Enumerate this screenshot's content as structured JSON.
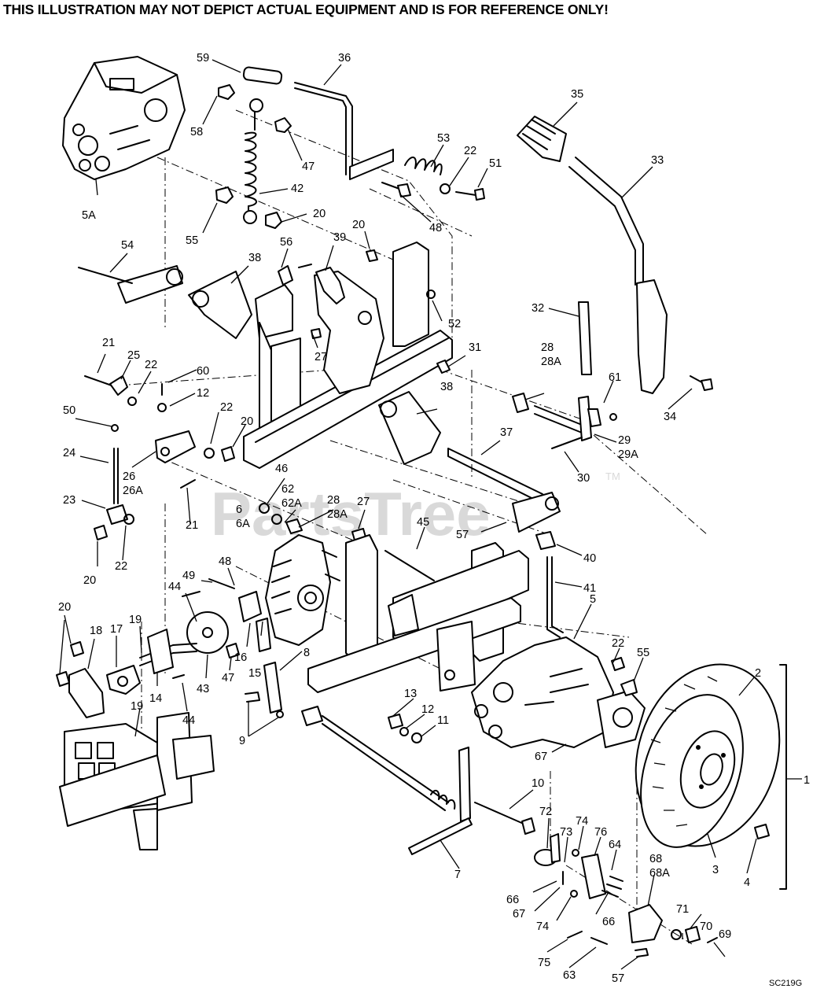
{
  "disclaimer": "THIS ILLUSTRATION MAY NOT DEPICT ACTUAL EQUIPMENT AND IS  FOR REFERENCE ONLY!",
  "watermark": "PartsTree",
  "watermark_tm": "TM",
  "drawing_code": "SC219G",
  "callouts": {
    "c1": "1",
    "c2": "2",
    "c3": "3",
    "c4": "4",
    "c5": "5",
    "c5a": "5A",
    "c6": "6\n6A",
    "c7": "7",
    "c8": "8",
    "c9": "9",
    "c10": "10",
    "c11": "11",
    "c12a": "12",
    "c12b": "12",
    "c13": "13",
    "c14": "14",
    "c15": "15",
    "c16": "16",
    "c17": "17",
    "c18": "18",
    "c19a": "19",
    "c19b": "19",
    "c20a": "20",
    "c20b": "20",
    "c20c": "20",
    "c20d": "20",
    "c20e": "20",
    "c21a": "21",
    "c21b": "21",
    "c22a": "22",
    "c22b": "22",
    "c22c": "22",
    "c22d": "22",
    "c22e": "22",
    "c23": "23",
    "c24": "24",
    "c25": "25",
    "c26": "26\n26A",
    "c27a": "27",
    "c27b": "27",
    "c28a": "28\n28A",
    "c28b": "28\n28A",
    "c29": "29\n29A",
    "c30": "30",
    "c31": "31",
    "c32": "32",
    "c33": "33",
    "c34": "34",
    "c35": "35",
    "c36": "36",
    "c37": "37",
    "c38a": "38",
    "c38b": "38",
    "c39": "39",
    "c40": "40",
    "c41": "41",
    "c42": "42",
    "c43": "43",
    "c44a": "44",
    "c44b": "44",
    "c45": "45",
    "c46": "46",
    "c47a": "47",
    "c47b": "47",
    "c48a": "48",
    "c48b": "48",
    "c49": "49",
    "c50": "50",
    "c51": "51",
    "c52": "52",
    "c53": "53",
    "c54": "54",
    "c55a": "55",
    "c55b": "55",
    "c56": "56",
    "c57a": "57",
    "c57b": "57",
    "c58": "58",
    "c59": "59",
    "c60": "60",
    "c61": "61",
    "c62": "62\n62A",
    "c63": "63",
    "c64": "64",
    "c66a": "66",
    "c66b": "66",
    "c67a": "67",
    "c67b": "67",
    "c68": "68\n68A",
    "c69": "69",
    "c70": "70",
    "c71": "71",
    "c72": "72",
    "c73": "73",
    "c74a": "74",
    "c74b": "74",
    "c75": "75",
    "c76": "76"
  }
}
